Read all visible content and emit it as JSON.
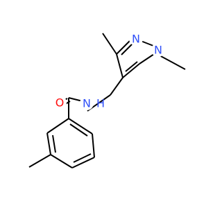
{
  "molecule": {
    "atoms": {
      "O1": {
        "symbol": "O",
        "color": "#ff0d0d"
      },
      "N_amide": {
        "symbol": "N",
        "color": "#3050f8"
      },
      "N_pyrazole_2": {
        "symbol": "N",
        "color": "#3050f8"
      },
      "N_pyrazole_1": {
        "symbol": "N",
        "color": "#3050f8"
      }
    },
    "bond_color": "#000000"
  }
}
